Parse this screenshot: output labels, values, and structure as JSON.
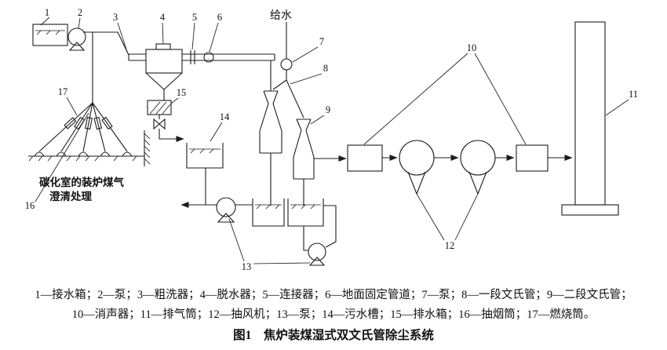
{
  "figure": {
    "caption": "图1　焦炉装煤湿式双文氏管除尘系统",
    "legend_line1": "1—接水箱；2—泵；3—粗洗器；4—脱水器；5—连接器；6—地面固定管道；7—泵；8—一段文氏管；9—二段文氏管；",
    "legend_line2": "10—消声器；11—排气筒；12—抽风机；13—泵；14—污水槽；15—排水箱；16—抽烟筒；17—燃烧筒。"
  },
  "labels": {
    "water_supply": "给水",
    "note1": "碳化室的装炉煤气",
    "note2": "澄清处理"
  },
  "callouts": {
    "c1": "1",
    "c2": "2",
    "c3": "3",
    "c4": "4",
    "c5": "5",
    "c6": "6",
    "c7": "7",
    "c8": "8",
    "c9": "9",
    "c10": "10",
    "c11": "11",
    "c12": "12",
    "c13": "13",
    "c14": "14",
    "c15": "15",
    "c16": "16",
    "c17": "17"
  }
}
